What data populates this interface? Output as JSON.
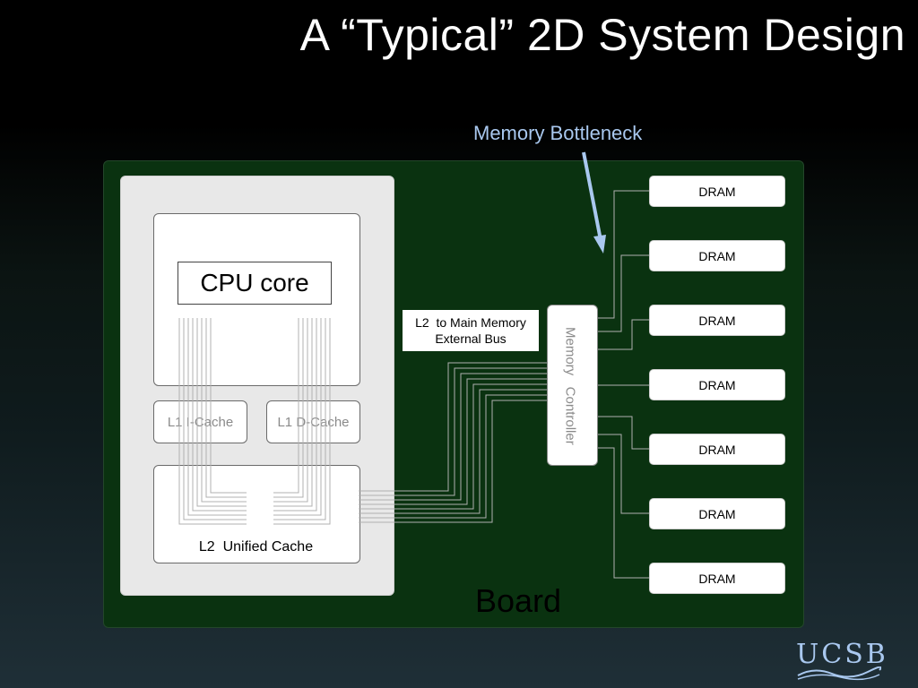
{
  "slide": {
    "title": "A “Typical” 2D System Design",
    "annotation": "Memory Bottleneck",
    "board_label": "Board",
    "logo_text": "UCSB"
  },
  "blocks": {
    "cpu_core": "CPU core",
    "l1_icache": "L1 I-Cache",
    "l1_dcache": "L1 D-Cache",
    "l2_cache": "L2  Unified Cache",
    "bus_line1": "L2  to Main Memory",
    "bus_line2": "External Bus",
    "memory_controller": "Memory   Controller"
  },
  "drams": [
    "DRAM",
    "DRAM",
    "DRAM",
    "DRAM",
    "DRAM",
    "DRAM",
    "DRAM"
  ],
  "colors": {
    "board": "#0a3210",
    "chip": "#e8e8e8",
    "annotation": "#a9c8ef",
    "wire": "#b0b0b0"
  }
}
